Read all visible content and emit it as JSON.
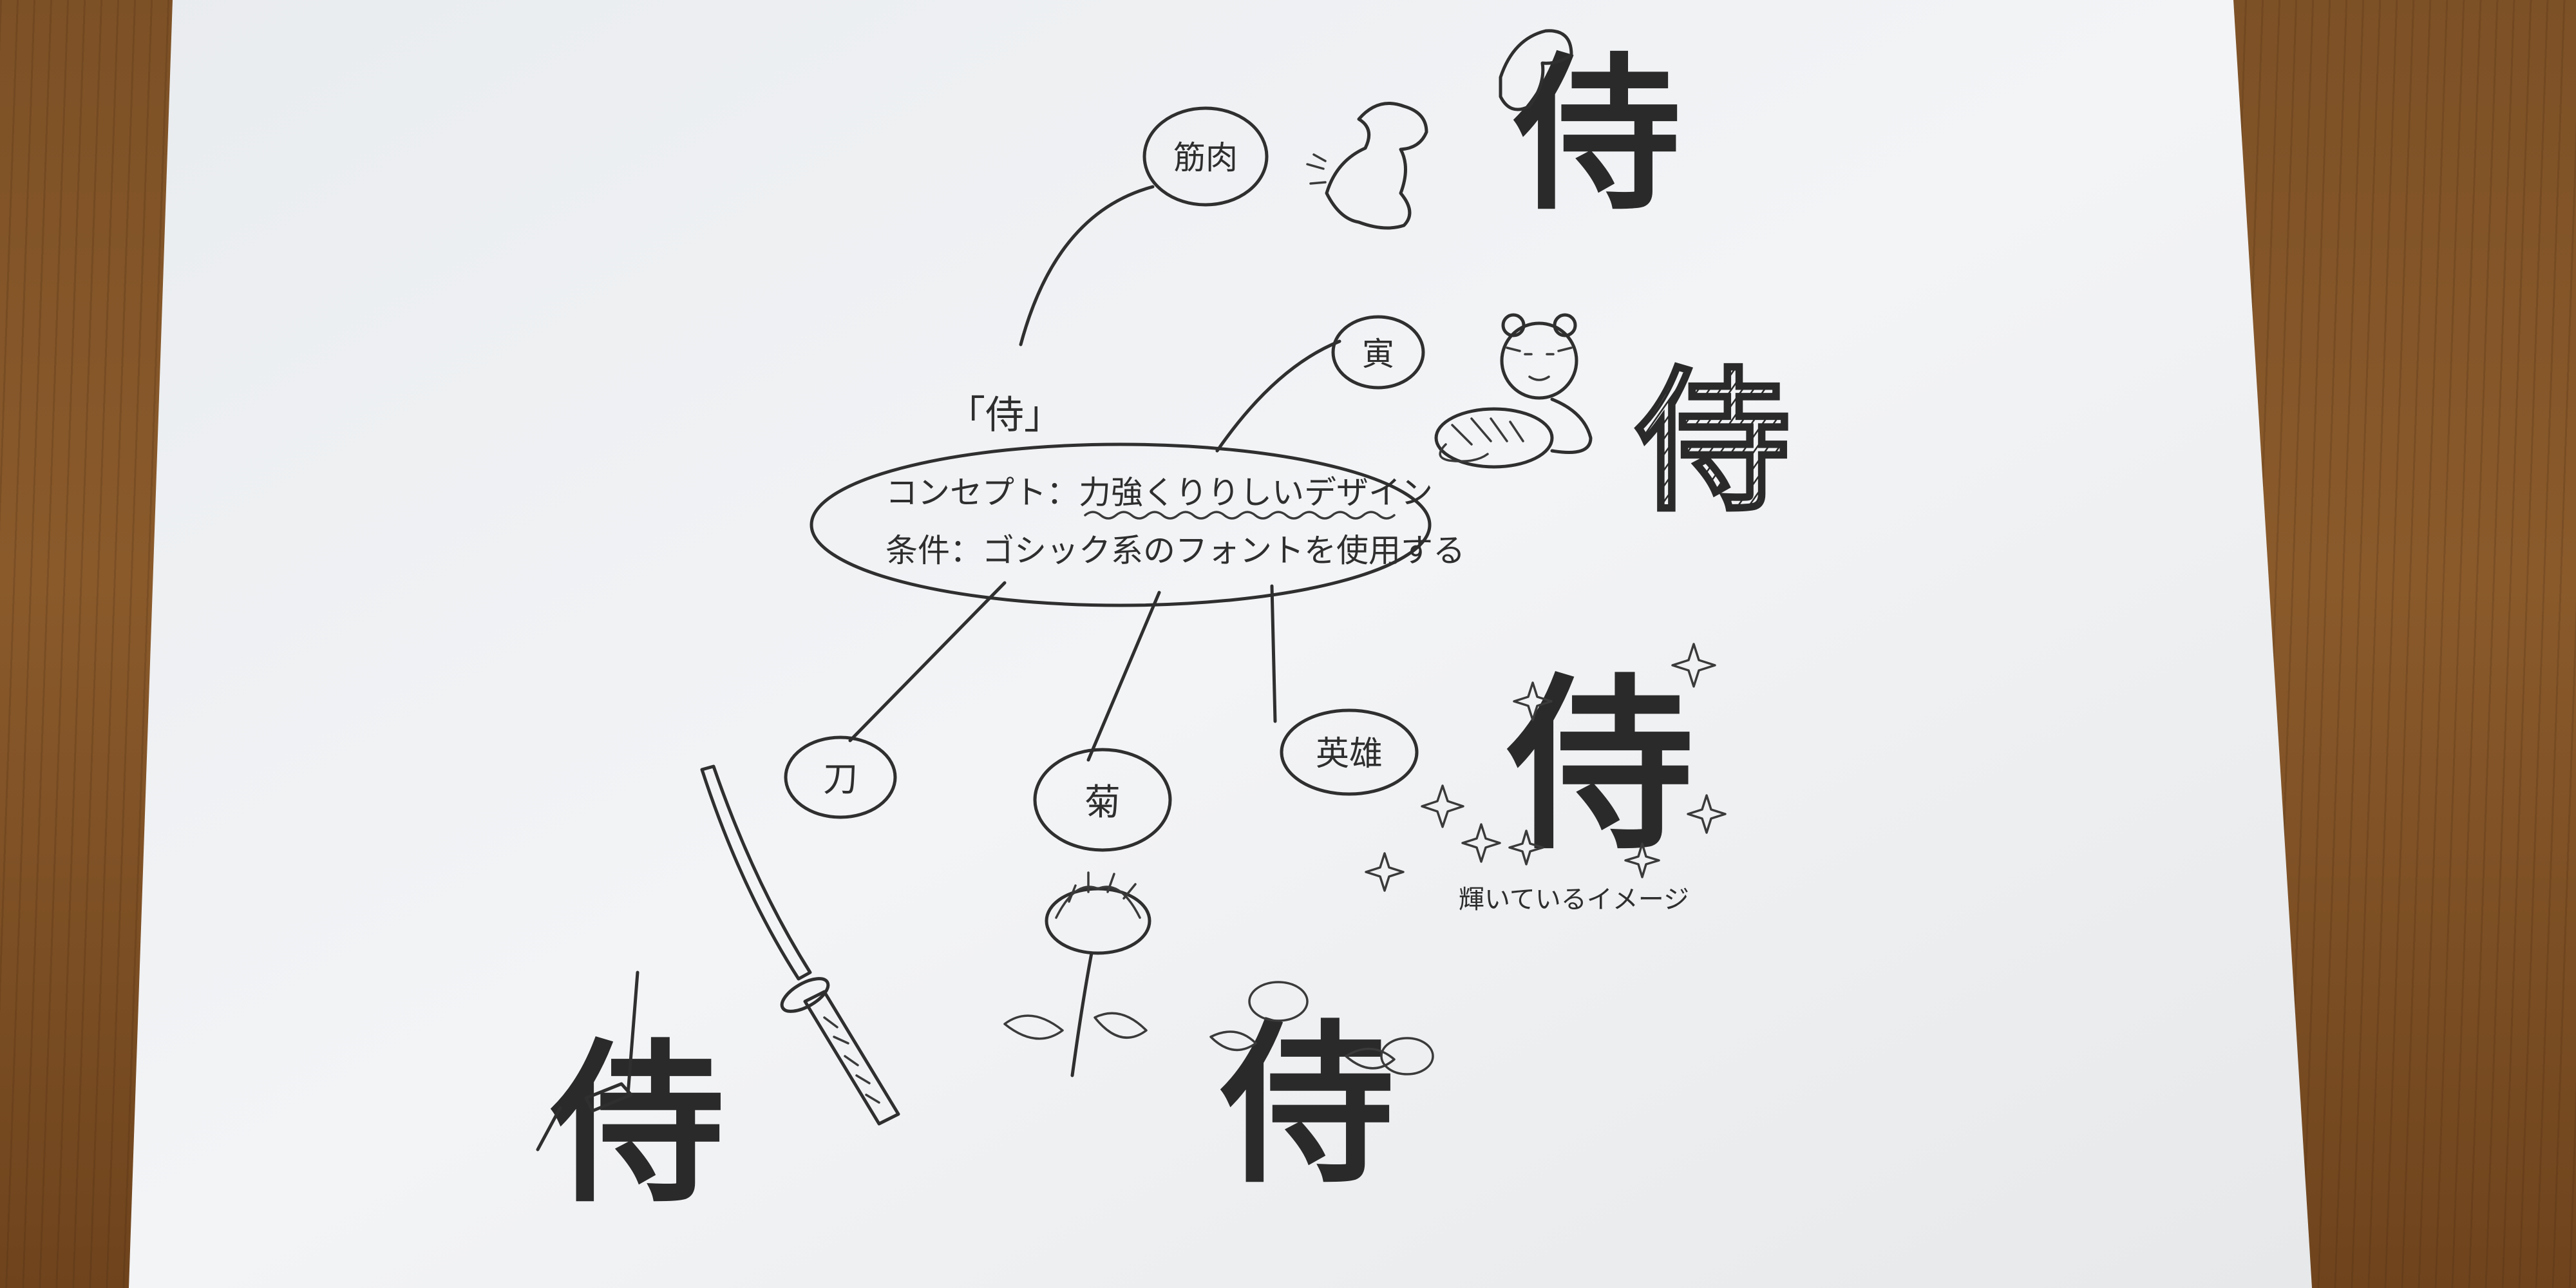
{
  "center": {
    "title": "「侍」",
    "concept": "コンセプト：力強くりりしいデザイン",
    "condition": "条件：ゴシック系のフォントを使用する"
  },
  "nodes": {
    "muscle": "筋肉",
    "tiger": "寅",
    "katana": "刀",
    "chrysanthemum": "菊",
    "hero": "英雄"
  },
  "designs": {
    "muscle_kanji": "侍",
    "tiger_kanji": "侍",
    "sparkle_kanji": "侍",
    "sword_kanji": "侍",
    "flower_kanji": "侍"
  },
  "sparkle_caption": "輝いているイメージ"
}
